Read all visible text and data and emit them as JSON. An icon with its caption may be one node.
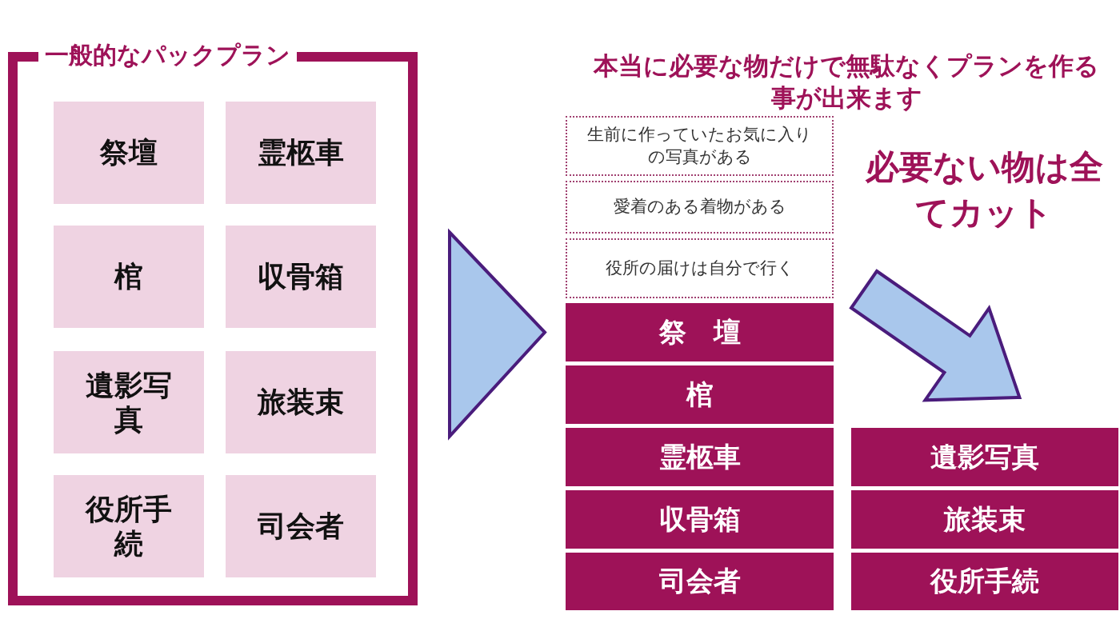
{
  "diagram": {
    "title": "本当に必要な物だけで無駄なくプランを作る事が出来ます",
    "nodes": [
      {
        "text": [
          "一般的なパックプラン"
        ]
      },
      {
        "text": [
          "祭壇"
        ],
        "in": 0
      },
      {
        "text": [
          "霊柩車"
        ],
        "in": 0
      },
      {
        "text": [
          "棺"
        ],
        "in": 0
      },
      {
        "text": [
          "収骨箱"
        ],
        "in": 0
      },
      {
        "text": [
          "遺影写真"
        ],
        "in": 0
      },
      {
        "text": [
          "旅装束"
        ],
        "in": 0
      },
      {
        "text": [
          "役所手続"
        ],
        "in": 0
      },
      {
        "text": [
          "司会者"
        ],
        "in": 0
      },
      {
        "text": [
          "生前に作っていたお気に入りの写真がある"
        ]
      },
      {
        "text": [
          "愛着のある着物がある"
        ]
      },
      {
        "text": [
          "役所の届けは自分で行く"
        ]
      },
      {
        "text": [
          "祭　壇"
        ]
      },
      {
        "text": [
          "棺"
        ]
      },
      {
        "text": [
          "霊柩車"
        ]
      },
      {
        "text": [
          "収骨箱"
        ]
      },
      {
        "text": [
          "司会者"
        ]
      },
      {
        "text": [
          "必要ない物は全てカット"
        ]
      },
      {
        "text": [
          "遺影写真"
        ]
      },
      {
        "text": [
          "旅装束"
        ]
      },
      {
        "text": [
          "役所手続"
        ]
      }
    ],
    "edges": [
      {
        "from": 0,
        "to": 12,
        "arrow": "to"
      },
      {
        "from": 17,
        "to": 18,
        "arrow": "to"
      }
    ]
  }
}
